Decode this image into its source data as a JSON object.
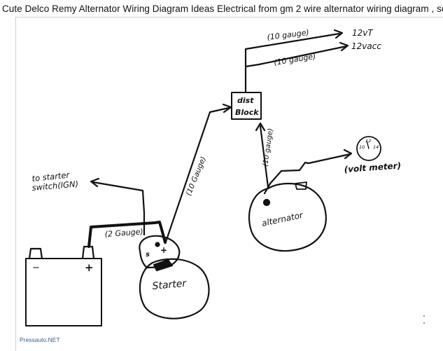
{
  "header": {
    "title": "Cute Delco Remy Alternator Wiring Diagram Ideas Electrical from gm 2 wire alternator wiring diagram , source:eidetec.com"
  },
  "diagram": {
    "labels": {
      "wire_top_1": "(10 gauge)",
      "wire_top_2": "(10 gauge)",
      "out_12vt": "12vT",
      "out_12vacc": "12vacc",
      "dist_block_line1": "dist",
      "dist_block_line2": "Block",
      "wire_alt_dist": "(10 gauge)",
      "wire_starter_dist": "(10 Gauge)",
      "volt_meter": "(volt meter)",
      "gauge_10": "10",
      "gauge_12": "12",
      "gauge_14": "14",
      "starter_switch_line1": "to starter",
      "starter_switch_line2": "switch(IGN)",
      "battery_wire": "(2 Gauge)",
      "battery_neg": "−",
      "battery_pos": "+",
      "starter_terminal_s": "s",
      "starter_terminal_plus": "+",
      "starter": "Starter",
      "alternator": "alternator"
    }
  },
  "footer": {
    "watermark": "Pressauto.NET"
  }
}
